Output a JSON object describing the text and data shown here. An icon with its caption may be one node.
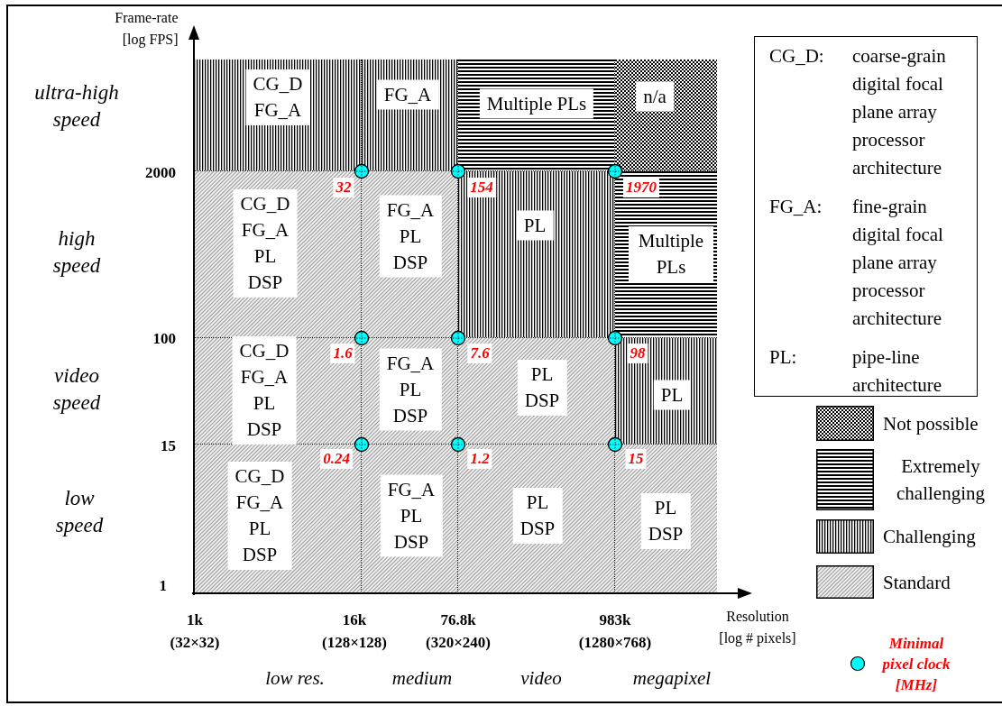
{
  "diagram": {
    "nodes": [
      {
        "text": [
          "CG_D",
          "FG_A"
        ]
      },
      {
        "text": [
          "FG_A"
        ]
      },
      {
        "text": [
          "Multiple PLs"
        ]
      },
      {
        "text": [
          "n/a"
        ]
      },
      {
        "text": [
          "CG_D",
          "FG_A",
          "PL",
          "DSP"
        ]
      },
      {
        "text": [
          "FG_A",
          "PL",
          "DSP"
        ]
      },
      {
        "text": [
          "PL"
        ]
      },
      {
        "text": [
          "Multiple PLs"
        ]
      },
      {
        "text": [
          "CG_D",
          "FG_A",
          "PL",
          "DSP"
        ]
      },
      {
        "text": [
          "FG_A",
          "PL",
          "DSP"
        ]
      },
      {
        "text": [
          "PL",
          "DSP"
        ]
      },
      {
        "text": [
          "PL"
        ]
      },
      {
        "text": [
          "CG_D",
          "FG_A",
          "PL",
          "DSP"
        ]
      },
      {
        "text": [
          "FG_A",
          "PL",
          "DSP"
        ]
      },
      {
        "text": [
          "PL",
          "DSP"
        ]
      },
      {
        "text": [
          "PL",
          "DSP"
        ]
      },
      {
        "text": [
          "CG_D:",
          "coarse-grain digital focal plane array processor architecture",
          "FG_A:",
          "fine-grain digital focal plane array processor architecture",
          "PL:",
          "pipe-line architecture"
        ]
      }
    ],
    "labels": [
      "Frame-rate [log FPS]",
      "ultra-high speed",
      "2000",
      "32",
      "154",
      "1970",
      "high speed",
      "100",
      "1.6",
      "7.6",
      "98",
      "video speed",
      "15",
      "0.24",
      "1.2",
      "15",
      "low speed",
      "1",
      "1k (32×32)",
      "16k (128×128)",
      "76.8k (320×240)",
      "983k (1280×768)",
      "Resolution [log # pixels]",
      "low res.",
      "medium",
      "video",
      "megapixel"
    ],
    "legend": [
      {
        "text": "Not possible"
      },
      {
        "text": "Extremely challenging"
      },
      {
        "text": "Challenging"
      },
      {
        "text": "Standard"
      },
      {
        "text": "Minimal pixel clock [MHz]",
        "color": "#00ffff"
      }
    ]
  }
}
